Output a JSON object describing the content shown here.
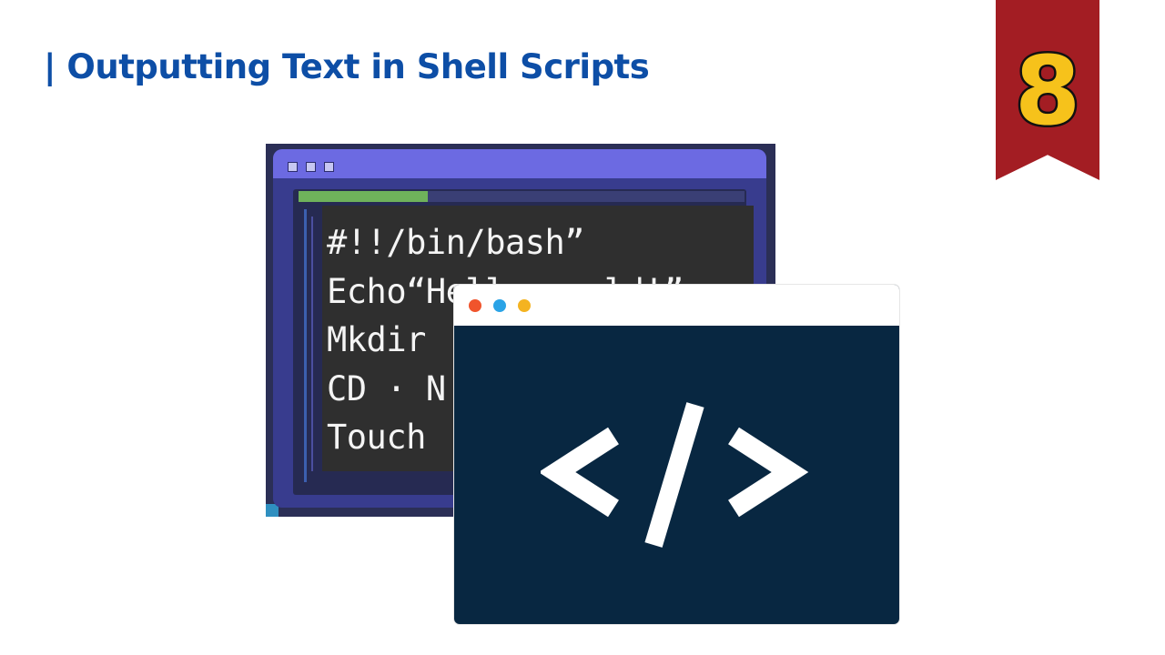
{
  "title": "| Outputting Text in Shell Scripts",
  "episode": {
    "number": "8",
    "ribbon_color": "#a31d23",
    "number_color": "#f6c21b"
  },
  "editor_window": {
    "progress_fraction": 0.29,
    "code_lines": [
      "#!!/bin/bash”",
      "Echo“Hello world!”",
      "Mkdir",
      "CD · N",
      "Touch"
    ],
    "titlebar_color": "#6c6ae2"
  },
  "code_window": {
    "background": "#082741",
    "dot_colors": [
      "#f0542c",
      "#2aa3e6",
      "#f4b321"
    ],
    "icon": "code-brackets-icon"
  }
}
